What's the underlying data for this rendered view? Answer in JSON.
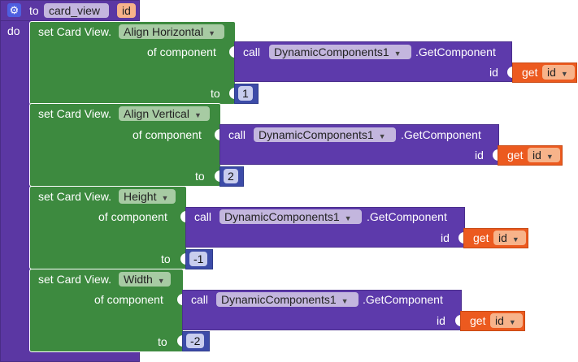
{
  "procedure": {
    "to_label": "to",
    "name": "card_view",
    "param": "id",
    "do_label": "do",
    "gear_glyph": "⚙"
  },
  "blocks": [
    {
      "set_label": "set Card View.",
      "property": "Align Horizontal",
      "of_component_label": "of component",
      "call_label": "call",
      "component": "DynamicComponents1",
      "method": ".GetComponent",
      "id_label": "id",
      "get_label": "get",
      "get_var": "id",
      "to_label": "to",
      "value": "1"
    },
    {
      "set_label": "set Card View.",
      "property": "Align Vertical",
      "of_component_label": "of component",
      "call_label": "call",
      "component": "DynamicComponents1",
      "method": ".GetComponent",
      "id_label": "id",
      "get_label": "get",
      "get_var": "id",
      "to_label": "to",
      "value": "2"
    },
    {
      "set_label": "set Card View.",
      "property": "Height",
      "of_component_label": "of component",
      "call_label": "call",
      "component": "DynamicComponents1",
      "method": ".GetComponent",
      "id_label": "id",
      "get_label": "get",
      "get_var": "id",
      "to_label": "to",
      "value": "-1"
    },
    {
      "set_label": "set Card View.",
      "property": "Width",
      "of_component_label": "of component",
      "call_label": "call",
      "component": "DynamicComponents1",
      "method": ".GetComponent",
      "id_label": "id",
      "get_label": "get",
      "get_var": "id",
      "to_label": "to",
      "value": "-2"
    }
  ],
  "colors": {
    "procedure": "#5b37a3",
    "setter": "#3d8a3f",
    "call": "#5d3aab",
    "get": "#ec5a1f",
    "number": "#3c4ba8"
  }
}
